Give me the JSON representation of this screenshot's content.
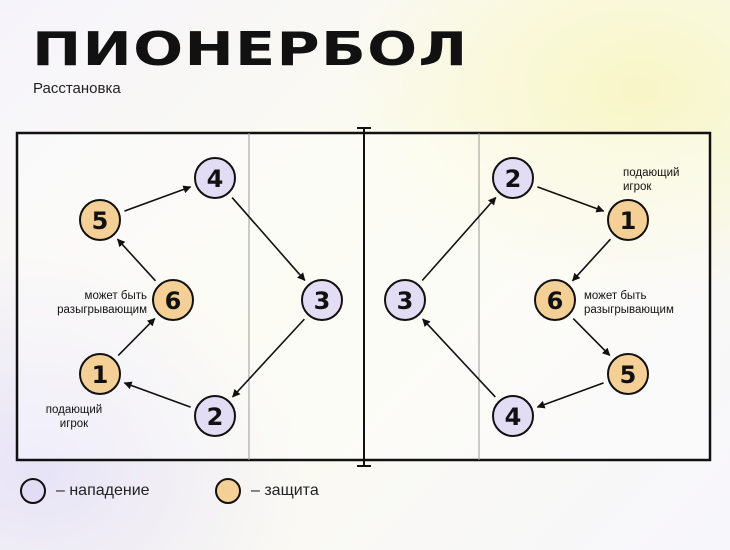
{
  "title": "ПИОНЕРБОЛ",
  "subtitle": "Расстановка",
  "colors": {
    "attack": "#e3dcf5",
    "defense": "#f4cf96",
    "stroke": "#111111"
  },
  "legend": [
    {
      "key": "attack",
      "label": "– нападение"
    },
    {
      "key": "defense",
      "label": "– защита"
    }
  ],
  "players": [
    {
      "id": "left-4",
      "number": "4",
      "role": "attack"
    },
    {
      "id": "left-5",
      "number": "5",
      "role": "defense"
    },
    {
      "id": "left-6",
      "number": "6",
      "role": "defense"
    },
    {
      "id": "left-1",
      "number": "1",
      "role": "defense"
    },
    {
      "id": "left-3",
      "number": "3",
      "role": "attack"
    },
    {
      "id": "left-2",
      "number": "2",
      "role": "attack"
    },
    {
      "id": "right-2",
      "number": "2",
      "role": "attack"
    },
    {
      "id": "right-1",
      "number": "1",
      "role": "defense"
    },
    {
      "id": "right-6",
      "number": "6",
      "role": "defense"
    },
    {
      "id": "right-3",
      "number": "3",
      "role": "attack"
    },
    {
      "id": "right-5",
      "number": "5",
      "role": "defense"
    },
    {
      "id": "right-4",
      "number": "4",
      "role": "attack"
    }
  ],
  "rotation": [
    {
      "from": "left-1",
      "to": "left-6"
    },
    {
      "from": "left-6",
      "to": "left-5"
    },
    {
      "from": "left-5",
      "to": "left-4"
    },
    {
      "from": "left-4",
      "to": "left-3"
    },
    {
      "from": "left-3",
      "to": "left-2"
    },
    {
      "from": "left-2",
      "to": "left-1"
    },
    {
      "from": "right-3",
      "to": "right-2"
    },
    {
      "from": "right-2",
      "to": "right-1"
    },
    {
      "from": "right-1",
      "to": "right-6"
    },
    {
      "from": "right-6",
      "to": "right-5"
    },
    {
      "from": "right-5",
      "to": "right-4"
    },
    {
      "from": "right-4",
      "to": "right-3"
    }
  ],
  "annotations": [
    {
      "id": "left-server",
      "lines": [
        "подающий",
        "игрок"
      ]
    },
    {
      "id": "left-maybe",
      "lines": [
        "может быть",
        "разыгрывающим"
      ]
    },
    {
      "id": "right-server",
      "lines": [
        "подающий",
        "игрок"
      ]
    },
    {
      "id": "right-maybe",
      "lines": [
        "может быть",
        "разыгрывающим"
      ]
    }
  ]
}
